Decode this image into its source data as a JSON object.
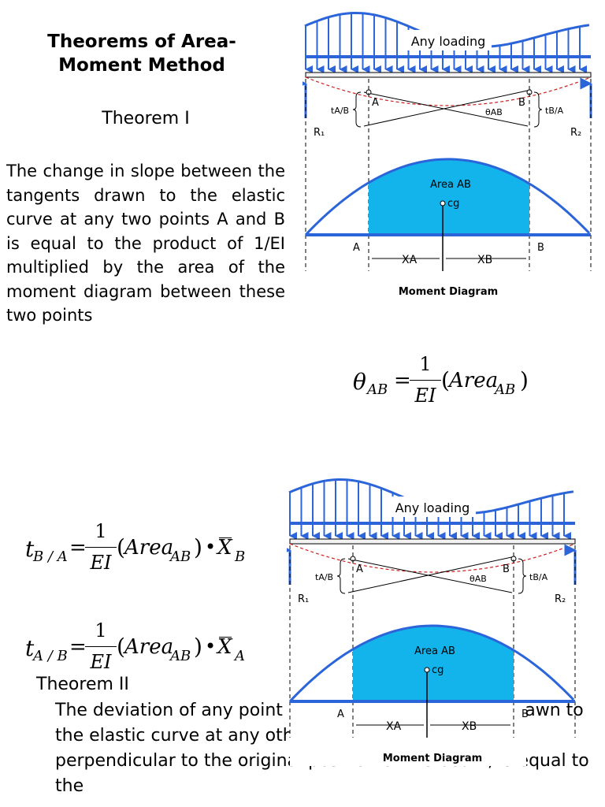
{
  "title": "Theorems of Area-Moment Method",
  "theorem1": {
    "heading": "Theorem I",
    "body": "The change in slope between the tangents drawn to the elastic curve at any two points A and B is equal to the product of 1/EI multiplied by the area of the moment diagram between these two points"
  },
  "equations": {
    "theta_lhs": "θ",
    "theta_sub": "AB",
    "one": "1",
    "ei": "EI",
    "area": "Area",
    "area_sub": "AB",
    "tba_t": "t",
    "tba_sub": "B / A",
    "tab_sub": "A / B",
    "xbar": "X",
    "xb_sub": "B",
    "xa_sub": "A"
  },
  "theorem2": {
    "heading": "Theorem II",
    "body": "The deviation of any point B relative to the tangent drawn to the elastic curve at any other point A, in a direction perpendicular to the original position of the beam, is equal to the"
  },
  "figure": {
    "loading_label": "Any loading",
    "point_a": "A",
    "point_b": "B",
    "t_ab": "tA/B",
    "t_ba": "tB/A",
    "theta_ab": "θAB",
    "r1": "R₁",
    "r2": "R₂",
    "area_label": "Area AB",
    "cg_label": "cg",
    "xa": "XA",
    "xb": "XB",
    "caption": "Moment Diagram",
    "colors": {
      "load": "#2b65d9",
      "area": "#13b3ec",
      "curve": "#cc2222"
    }
  }
}
